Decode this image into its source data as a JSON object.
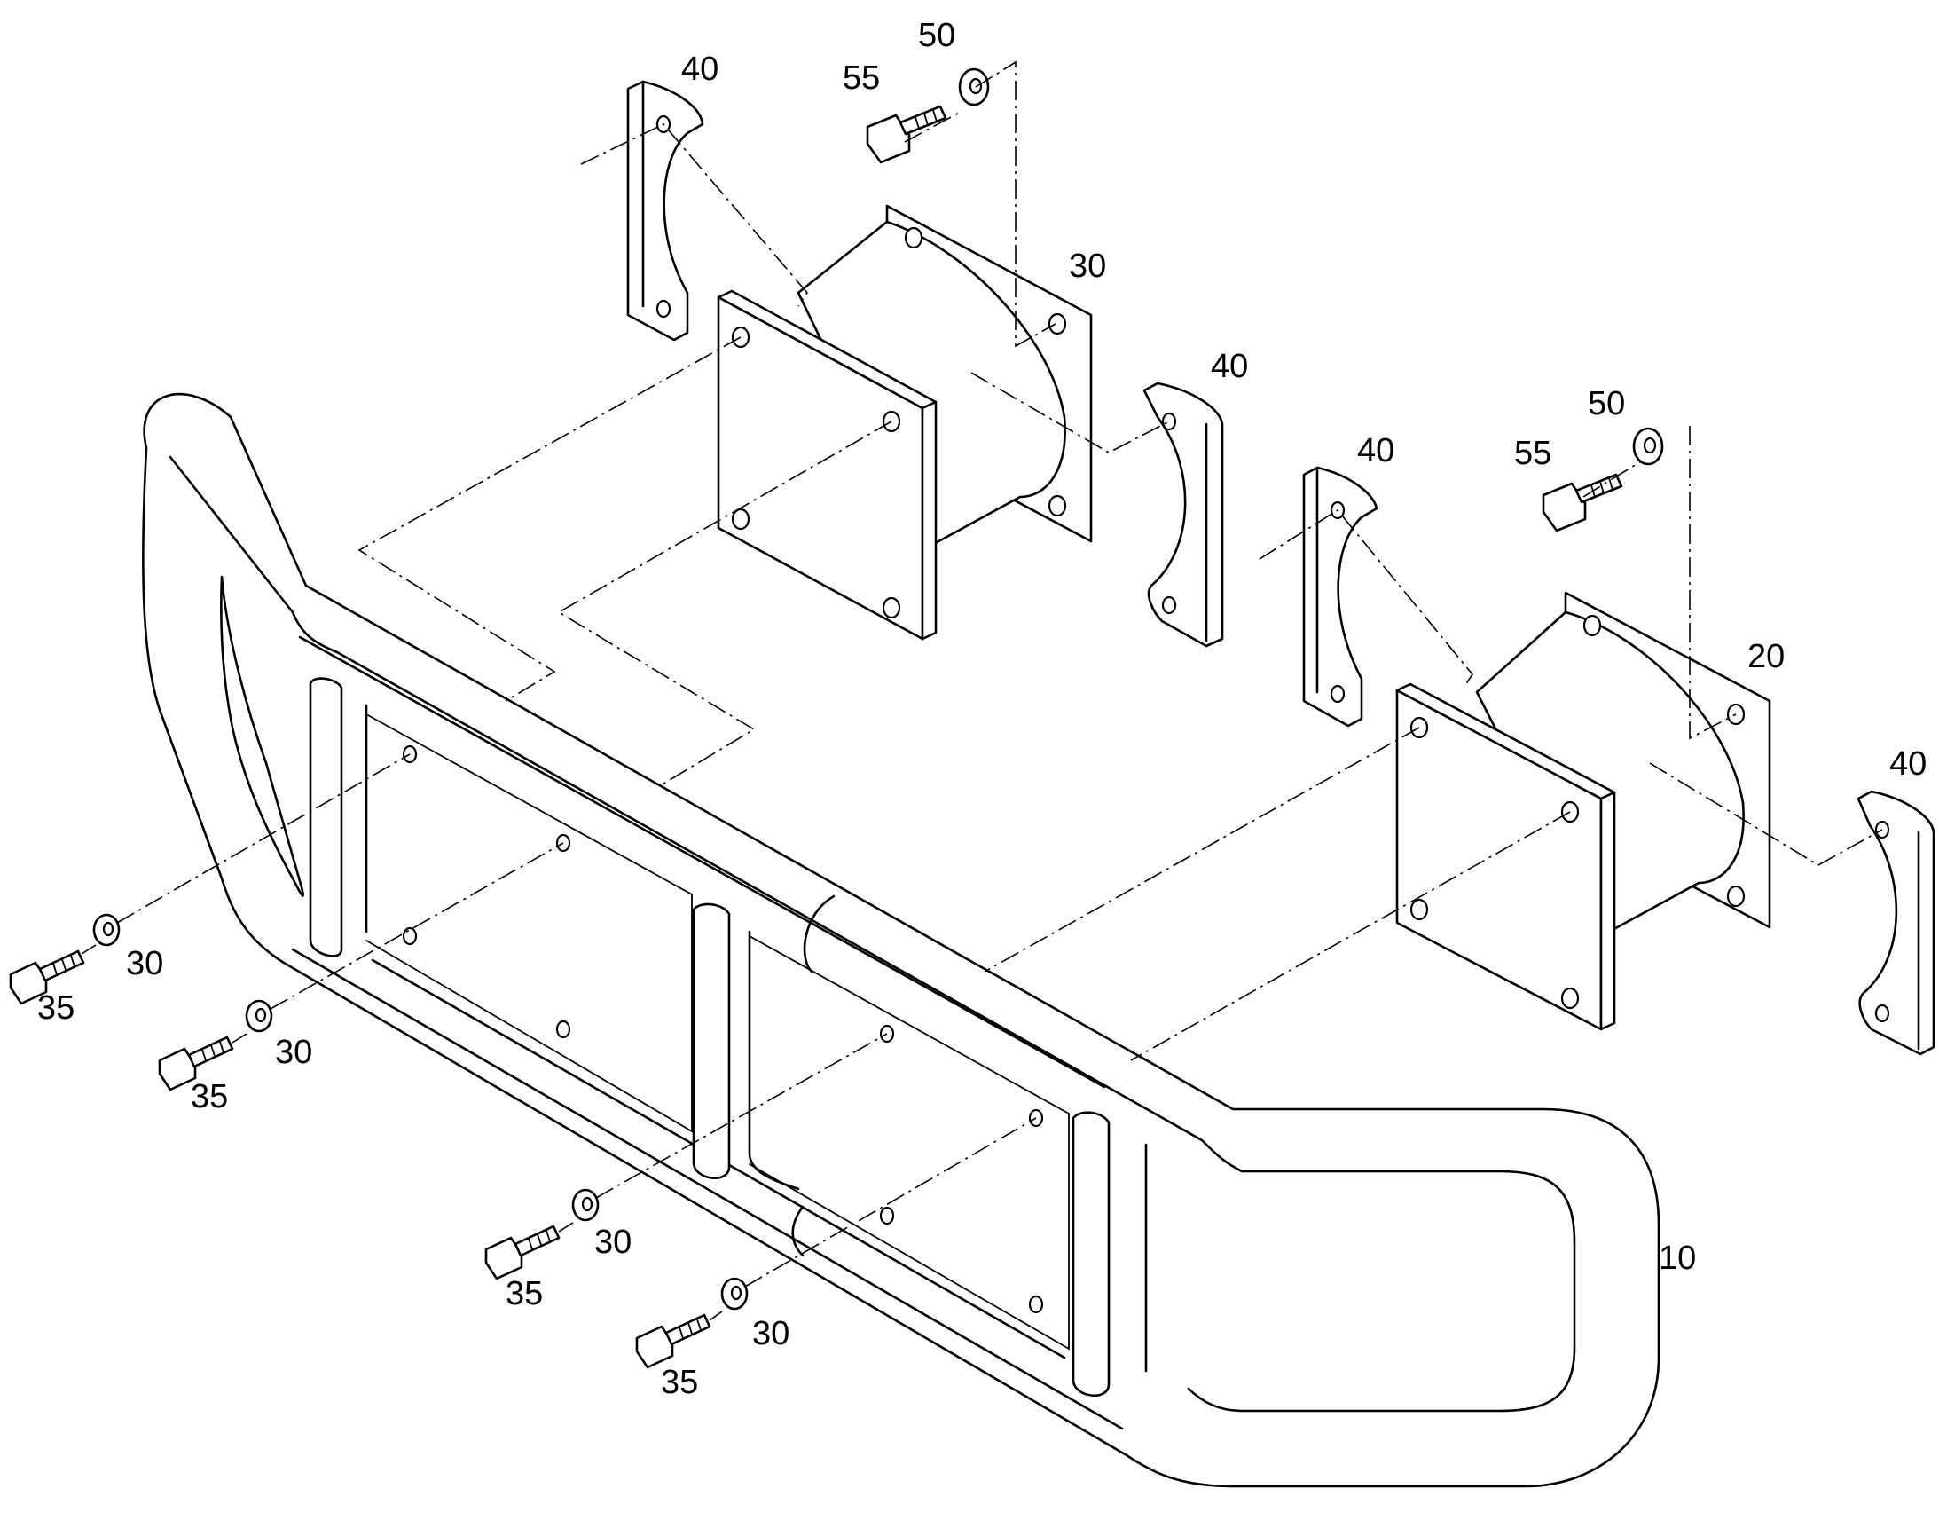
{
  "diagram": {
    "callouts": [
      {
        "id": "c-40-a",
        "text": "40"
      },
      {
        "id": "c-50-a",
        "text": "50"
      },
      {
        "id": "c-55-a",
        "text": "55"
      },
      {
        "id": "c-30-a",
        "text": "30"
      },
      {
        "id": "c-40-b",
        "text": "40"
      },
      {
        "id": "c-50-b",
        "text": "50"
      },
      {
        "id": "c-55-b",
        "text": "55"
      },
      {
        "id": "c-40-c",
        "text": "40"
      },
      {
        "id": "c-20",
        "text": "20"
      },
      {
        "id": "c-40-d",
        "text": "40"
      },
      {
        "id": "c-10",
        "text": "10"
      },
      {
        "id": "c-30-b",
        "text": "30"
      },
      {
        "id": "c-35-a",
        "text": "35"
      },
      {
        "id": "c-30-c",
        "text": "30"
      },
      {
        "id": "c-35-b",
        "text": "35"
      },
      {
        "id": "c-30-d",
        "text": "30"
      },
      {
        "id": "c-35-c",
        "text": "35"
      },
      {
        "id": "c-30-e",
        "text": "30"
      },
      {
        "id": "c-35-d",
        "text": "35"
      }
    ]
  }
}
